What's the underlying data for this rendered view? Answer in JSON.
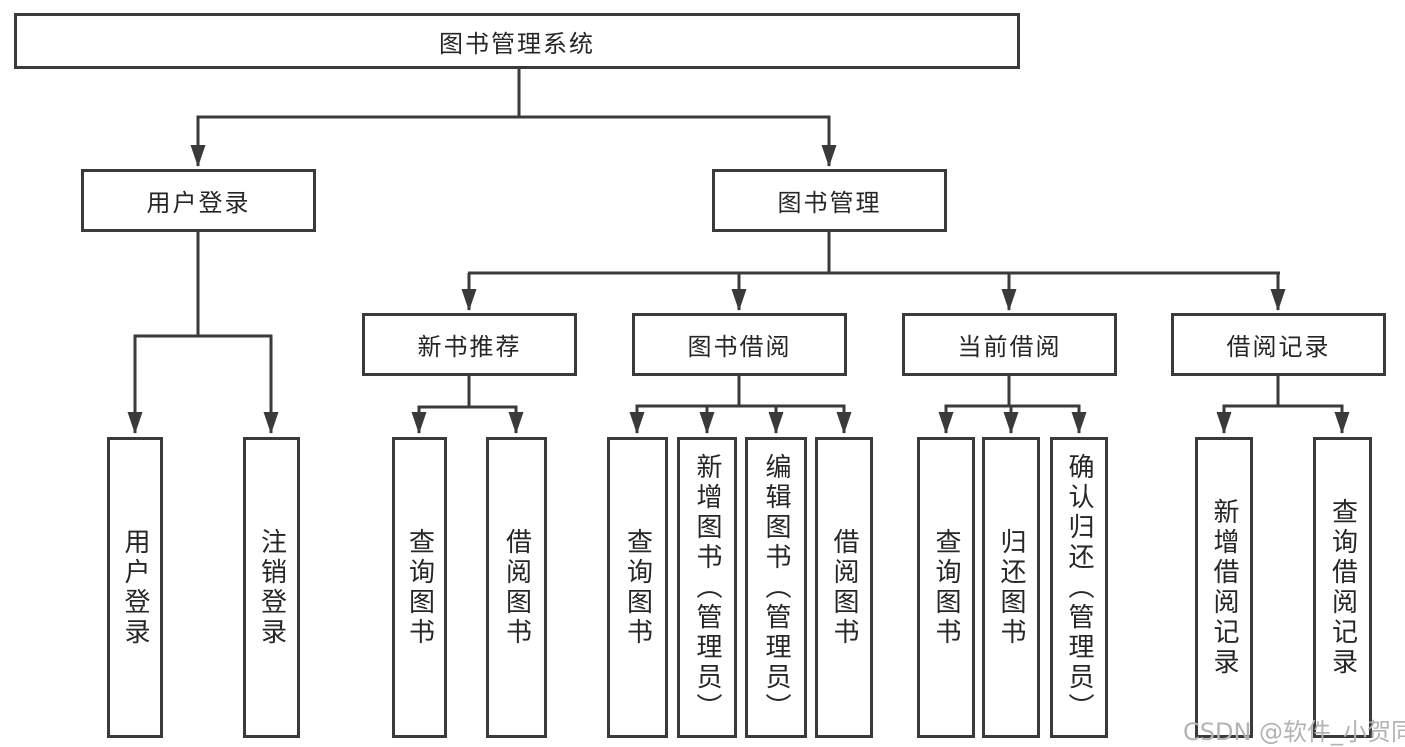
{
  "diagram_type": "hierarchy-tree",
  "colors": {
    "line": "#3a3a3a",
    "box_border": "#3a3a3a",
    "box_background": "#ffffff",
    "text": "#262626",
    "watermark": "#b3b3b3",
    "page_background": "#ffffff"
  },
  "watermark": {
    "text": "CSDN @软件_小贺同学"
  },
  "tree": {
    "root": {
      "label": "图书管理系统"
    },
    "branches": [
      {
        "label": "用户登录",
        "children": [
          {
            "label": "用户登录"
          },
          {
            "label": "注销登录"
          }
        ]
      },
      {
        "label": "图书管理",
        "children": [
          {
            "label": "新书推荐",
            "children": [
              {
                "label": "查询图书"
              },
              {
                "label": "借阅图书"
              }
            ]
          },
          {
            "label": "图书借阅",
            "children": [
              {
                "label": "查询图书"
              },
              {
                "label": "新增图书（管理员）"
              },
              {
                "label": "编辑图书（管理员）"
              },
              {
                "label": "借阅图书"
              }
            ]
          },
          {
            "label": "当前借阅",
            "children": [
              {
                "label": "查询图书"
              },
              {
                "label": "归还图书"
              },
              {
                "label": "确认归还（管理员）"
              }
            ]
          },
          {
            "label": "借阅记录",
            "children": [
              {
                "label": "新增借阅记录"
              },
              {
                "label": "查询借阅记录"
              }
            ]
          }
        ]
      }
    ]
  }
}
